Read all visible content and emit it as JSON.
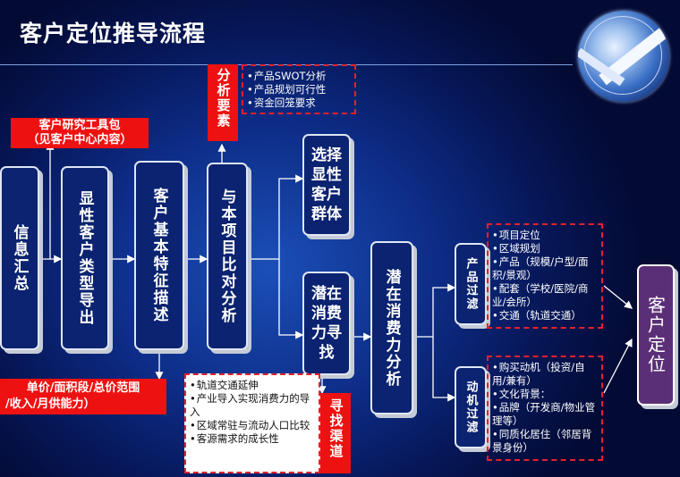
{
  "title": "客户定位推导流程",
  "boxes": {
    "info": "信息汇总",
    "explicit": "显性客户类型导出",
    "basic": "客户基本特征描述",
    "compare": "与本项目比对分析",
    "select": "选择显性客户群体",
    "seek": "潜在消费力寻找",
    "potential": "潜在消费力分析",
    "product": "产品过滤",
    "motive": "动机过滤",
    "result": "客户定位"
  },
  "red_labels": {
    "analysis_factors": "分析要素",
    "toolkit_line1": "客户研究工具包",
    "toolkit_line2": "（见客户中心内容）",
    "price_line1": "单价/面积段/总价范围",
    "price_line2": "/收入/月供能力）",
    "channel": "寻找渠道"
  },
  "notes": {
    "analysis": [
      "产品SWOT分析",
      "产品规划可行性",
      "资金回笼要求"
    ],
    "channel": [
      "轨道交通延伸",
      "产业导入实现消费力的导入",
      "区域常驻与流动人口比较",
      "客源需求的成长性"
    ],
    "product": [
      "项目定位",
      "区域规划",
      "产品（规模/户型/面积/景观）",
      "配套（学校/医院/商业/会所）",
      "交通（轨道交通）"
    ],
    "motive": [
      "购买动机（投资/自用/兼有）",
      "文化背景：",
      "品牌（开发商/物业管理等）",
      "同质化居住（邻居背景身份）"
    ]
  },
  "colors": {
    "red": "#ee1111",
    "box_fill": "#0b2370",
    "result_fill": "#5b2f78"
  }
}
